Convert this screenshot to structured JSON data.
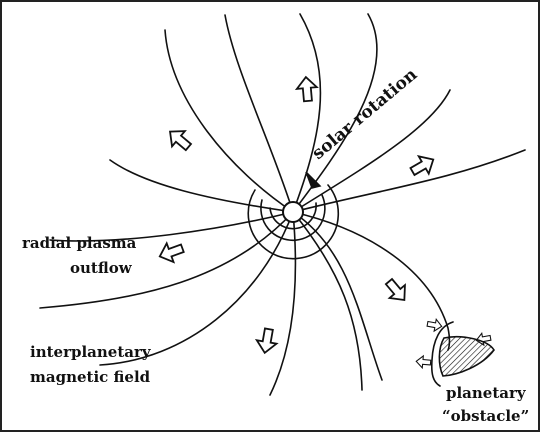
{
  "diagram": {
    "colors": {
      "ink": "#111111",
      "paper": "#ffffff",
      "frame": "#222222"
    },
    "labels": {
      "solar_rotation": "solar rotation",
      "radial_plasma_line1": "radial plasma",
      "radial_plasma_line2": "outflow",
      "imf_line1": "interplanetary",
      "imf_line2": "magnetic field",
      "planetary_line1": "planetary",
      "planetary_line2": "“obstacle”"
    },
    "icons": {
      "sun": "sun-circle-icon",
      "outflow": "outflow-arrow-icon",
      "rotation": "rotation-arrow-icon",
      "planet": "planet-obstacle-icon"
    }
  }
}
